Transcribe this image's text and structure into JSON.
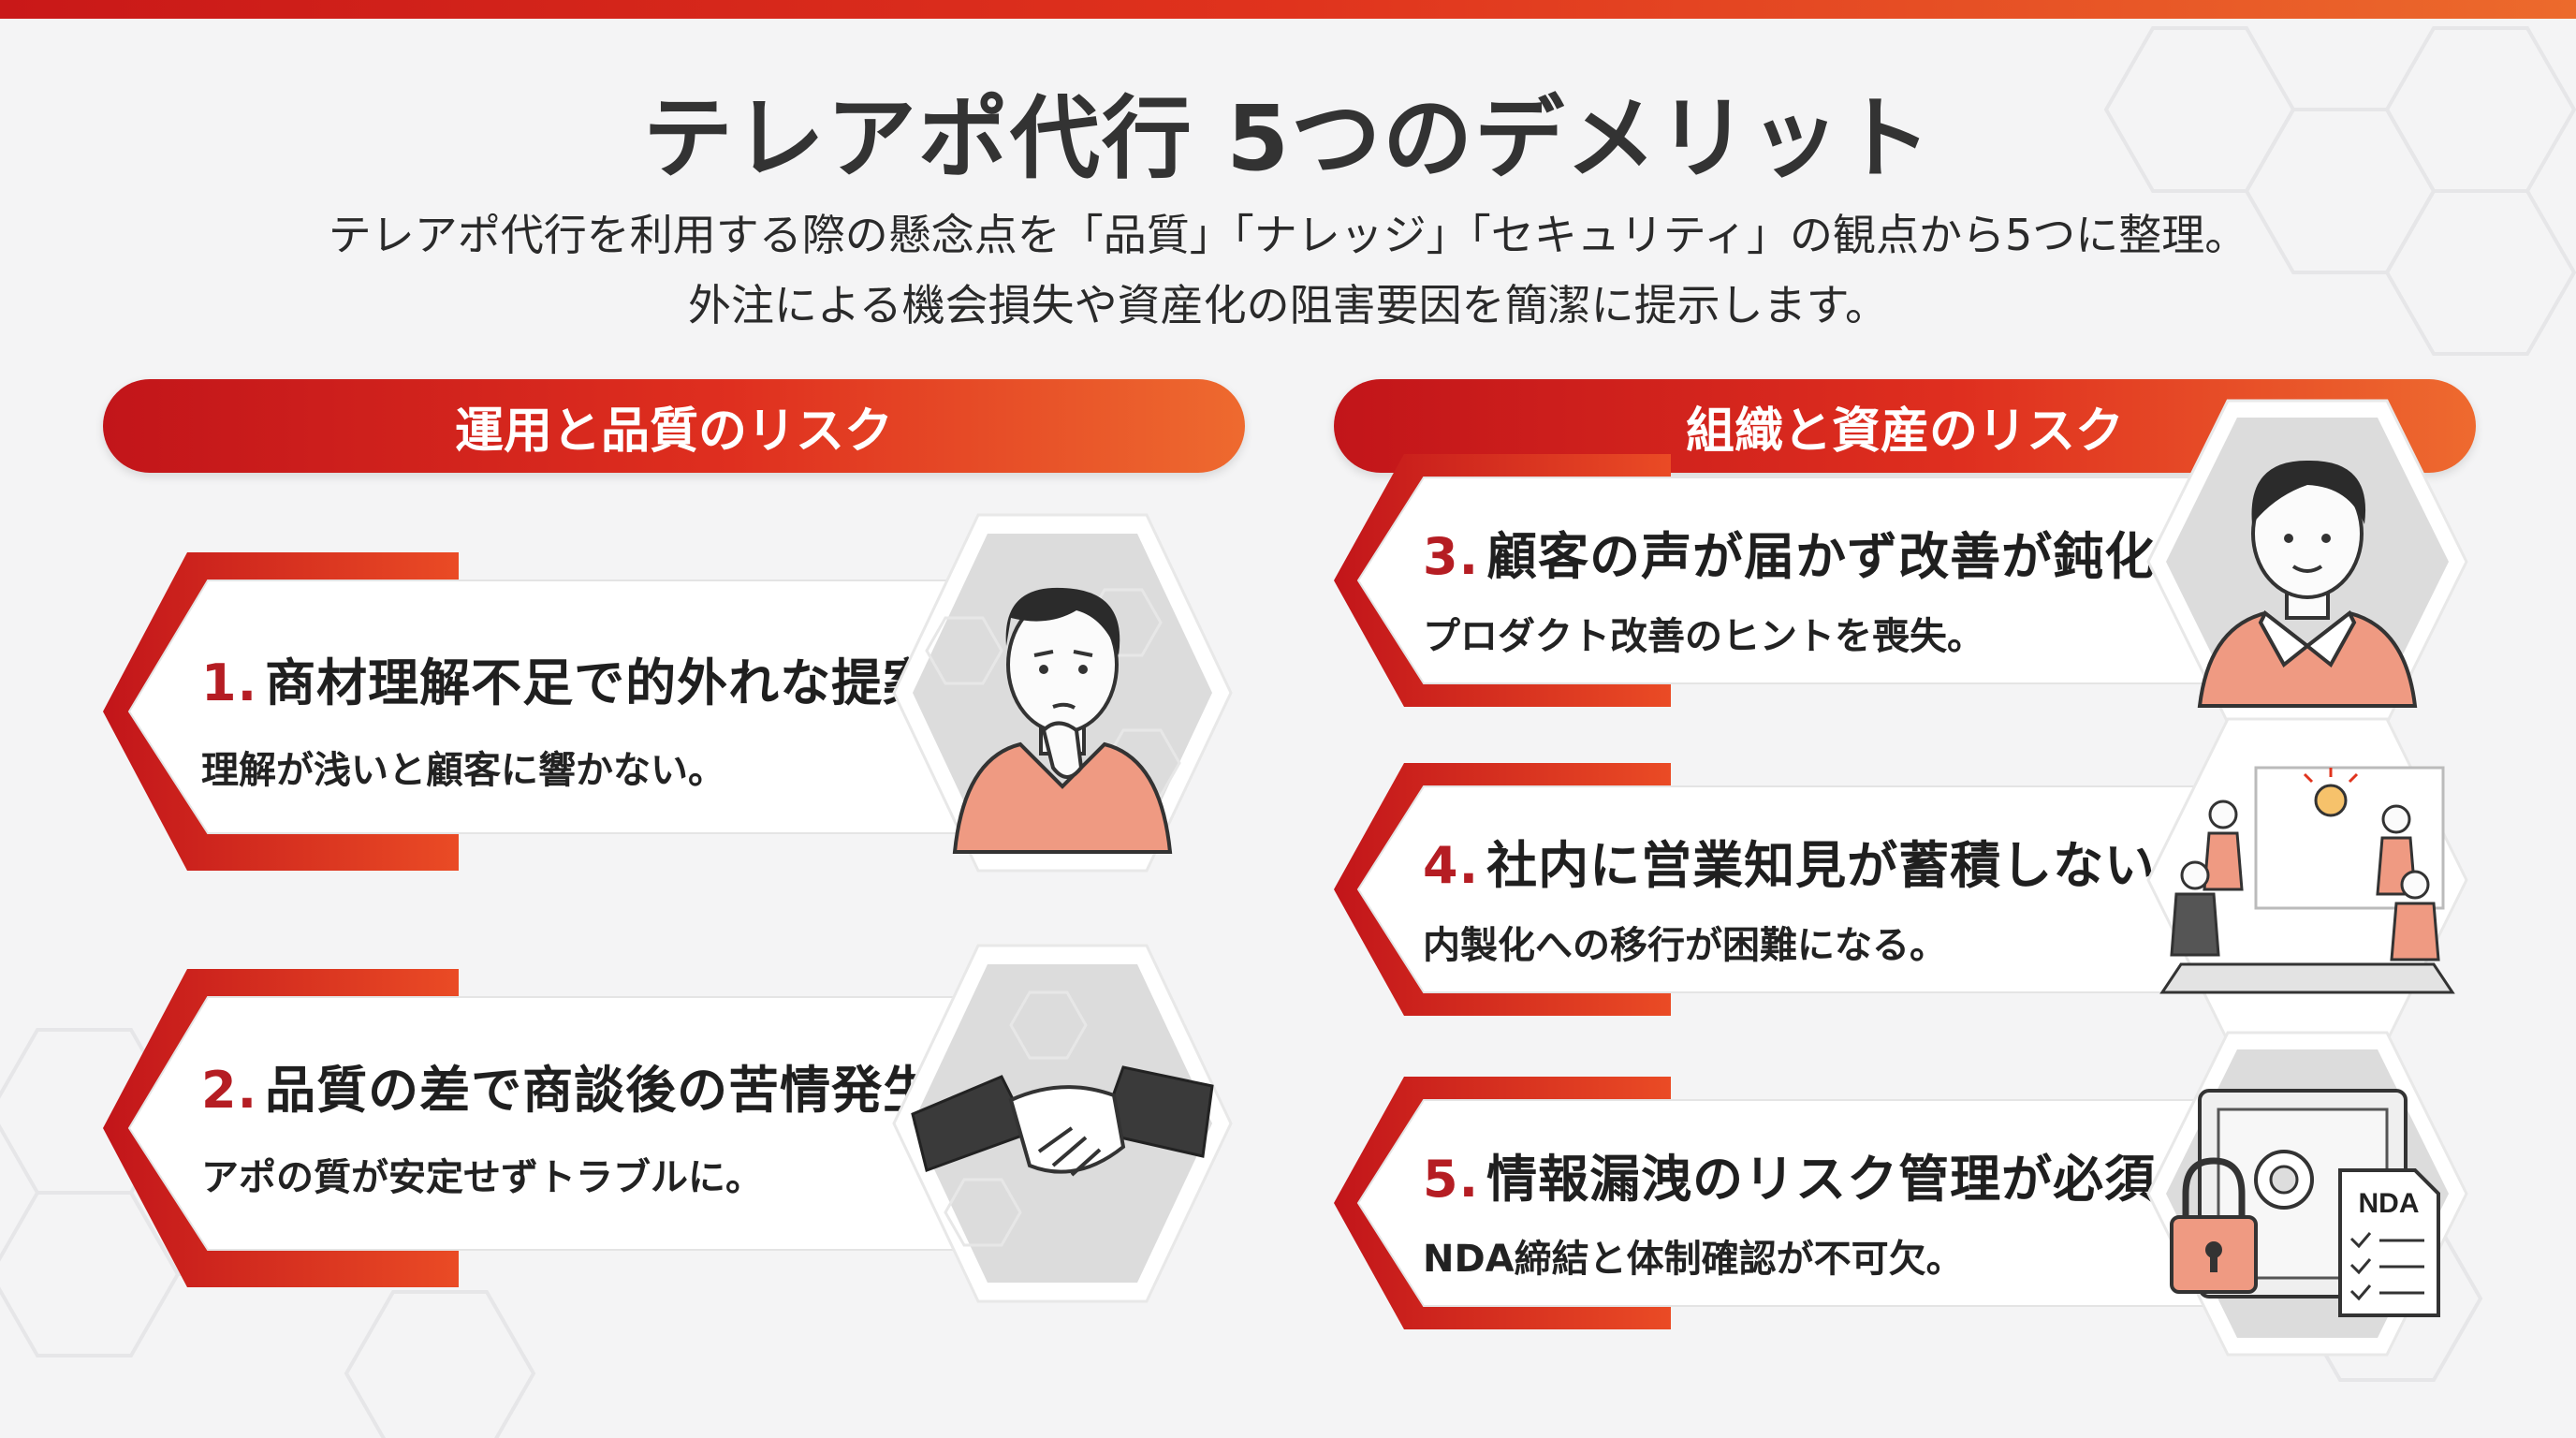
{
  "title": "テレアポ代行 5つのデメリット",
  "subtitle_line1": "テレアポ代行を利用する際の懸念点を「品質」「ナレッジ」「セキュリティ」の観点から5つに整理。",
  "subtitle_line2": "外注による機会損失や資産化の阻害要因を簡潔に提示します。",
  "sections": {
    "left": "運用と品質のリスク",
    "right": "組織と資産のリスク"
  },
  "cards": [
    {
      "num": "1.",
      "title": "商材理解不足で的外れな提案",
      "desc": "理解が浅いと顧客に響かない。",
      "icon": "thinking-person-icon"
    },
    {
      "num": "2.",
      "title": "品質の差で商談後の苦情発生",
      "desc": "アポの質が安定せずトラブルに。",
      "icon": "handshake-icon"
    },
    {
      "num": "3.",
      "title": "顧客の声が届かず改善が鈍化",
      "desc": "プロダクト改善のヒントを喪失。",
      "icon": "person-icon"
    },
    {
      "num": "4.",
      "title": "社内に営業知見が蓄積しない",
      "desc": "内製化への移行が困難になる。",
      "icon": "team-meeting-icon"
    },
    {
      "num": "5.",
      "title": "情報漏洩のリスク管理が必須",
      "desc": "NDA締結と体制確認が不可欠。",
      "icon": "safe-lock-icon",
      "doc_label": "NDA"
    }
  ],
  "colors": {
    "accent": "#d42a1f",
    "accent_light": "#ec6a2c",
    "number": "#b51d23",
    "shirt": "#ef9a82"
  }
}
